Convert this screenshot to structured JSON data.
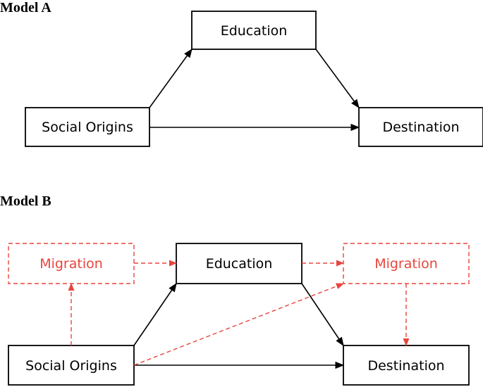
{
  "model_a": {
    "title": "Model A",
    "nodes": {
      "social_origins": "Social Origins",
      "education": "Education",
      "destination": "Destination"
    }
  },
  "model_b": {
    "title": "Model B",
    "nodes": {
      "migration_left": "Migration",
      "education": "Education",
      "migration_right": "Migration",
      "social_origins": "Social Origins",
      "destination": "Destination"
    }
  },
  "colors": {
    "solid": "#000000",
    "migration": "#e8453c"
  }
}
